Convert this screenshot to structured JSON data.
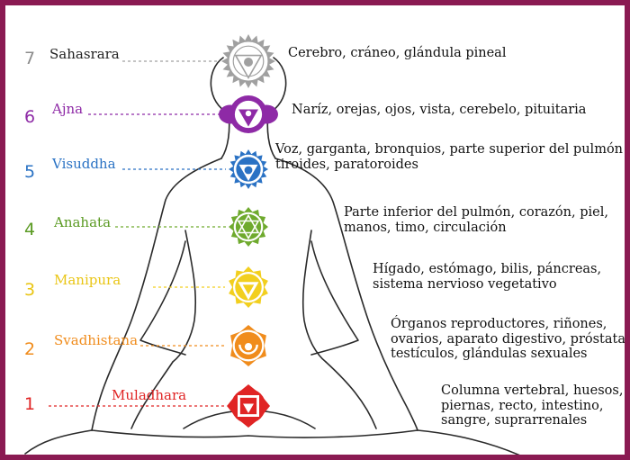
{
  "chakras": [
    {
      "number": "7",
      "name": "Sahasrara",
      "color": "#a0a0a0",
      "name_color": "#222222",
      "number_color": "#8c8c8c",
      "icon": "lotus-om-icon",
      "organs": [
        "Cerebro, cráneo, glándula pineal"
      ]
    },
    {
      "number": "6",
      "name": "Ajna",
      "color": "#8e2aa6",
      "name_color": "#8e2aa6",
      "number_color": "#8e2aa6",
      "icon": "triangle-om-icon",
      "organs": [
        "Naríz, orejas, ojos, vista, cerebelo, pituitaria"
      ]
    },
    {
      "number": "5",
      "name": "Visuddha",
      "color": "#2a72c4",
      "name_color": "#2a72c4",
      "number_color": "#2a72c4",
      "icon": "circle-triangle-icon",
      "organs": [
        "Voz, garganta, bronquios, parte superior del pulmón",
        "tiroides, paratoroides"
      ]
    },
    {
      "number": "4",
      "name": "Anahata",
      "color": "#6faa2e",
      "name_color": "#5a9a22",
      "number_color": "#5a9a22",
      "icon": "hexagram-icon",
      "organs": [
        "Parte inferior del pulmón, corazón, piel,",
        "manos, timo, circulación"
      ]
    },
    {
      "number": "3",
      "name": "Manipura",
      "color": "#f2cf1e",
      "name_color": "#e9c514",
      "number_color": "#e9c514",
      "icon": "down-triangle-icon",
      "organs": [
        "Hígado, estómago, bilis, páncreas,",
        "sistema nervioso vegetativo"
      ]
    },
    {
      "number": "2",
      "name": "Svadhistana",
      "color": "#f08c1c",
      "name_color": "#f08c1c",
      "number_color": "#f08c1c",
      "icon": "crescent-icon",
      "organs": [
        "Órganos reproductores, riñones,",
        "ovarios, aparato digestivo, próstata,",
        "testículos, glándulas sexuales"
      ]
    },
    {
      "number": "1",
      "name": "Muladhara",
      "color": "#e02424",
      "name_color": "#e02424",
      "number_color": "#e02424",
      "icon": "square-lotus-icon",
      "organs": [
        "Columna vertebral, huesos,",
        "piernas, recto, intestino,",
        "sangre, suprarrenales"
      ]
    }
  ],
  "colors": {
    "border": "#8a1a52",
    "body_outline": "#2a2a2a",
    "background": "#ffffff"
  }
}
